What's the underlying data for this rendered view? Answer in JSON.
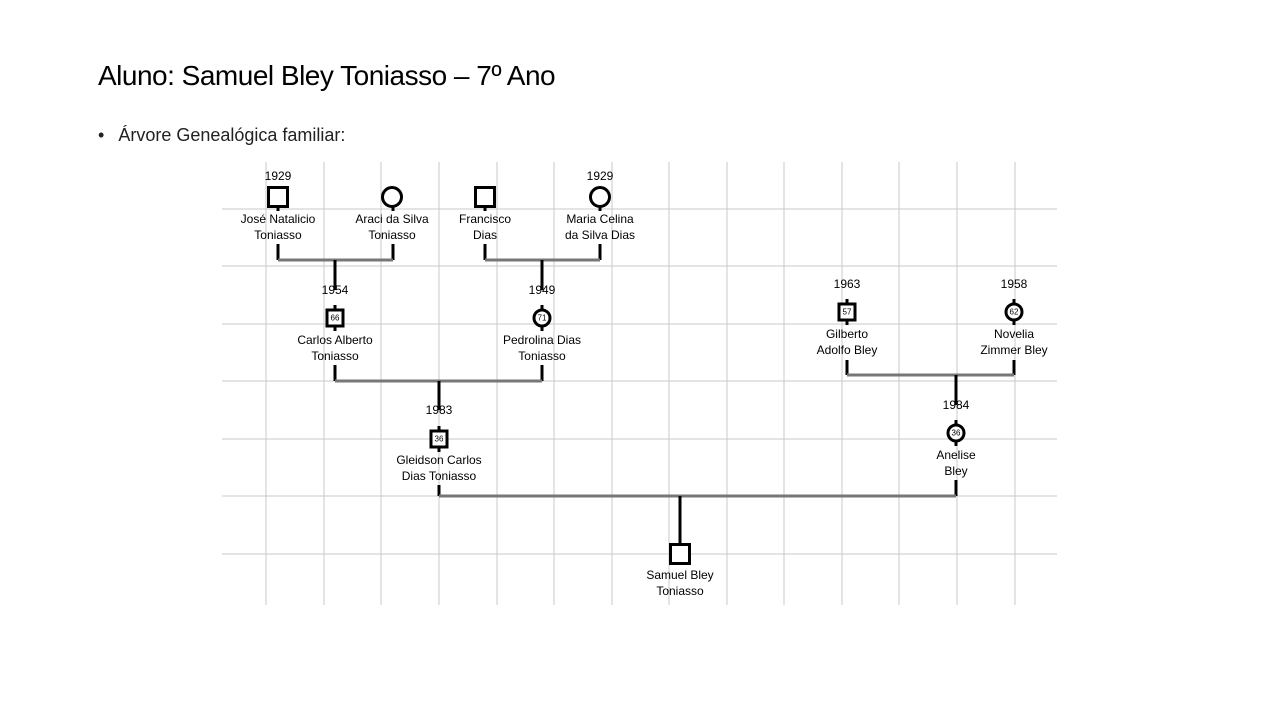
{
  "title": "Aluno: Samuel Bley Toniasso – 7º Ano",
  "bullet": "Árvore Genealógica familiar:",
  "people": [
    {
      "id": "jose",
      "sex": "male",
      "year": "1929",
      "name": [
        "José Natalicio",
        "Toniasso"
      ]
    },
    {
      "id": "araci",
      "sex": "female",
      "name": [
        "Araci da Silva",
        "Toniasso"
      ]
    },
    {
      "id": "francisco",
      "sex": "male",
      "name": [
        "Francisco",
        "Dias"
      ]
    },
    {
      "id": "maria",
      "sex": "female",
      "year": "1929",
      "name": [
        "Maria Celina",
        "da Silva Dias"
      ]
    },
    {
      "id": "carlos",
      "sex": "male",
      "year": "1954",
      "age": "66",
      "name": [
        "Carlos Alberto",
        "Toniasso"
      ]
    },
    {
      "id": "pedrolina",
      "sex": "female",
      "year": "1949",
      "age": "71",
      "name": [
        "Pedrolina Dias",
        "Toniasso"
      ]
    },
    {
      "id": "gilberto",
      "sex": "male",
      "year": "1963",
      "age": "57",
      "name": [
        "Gilberto",
        "Adolfo Bley"
      ]
    },
    {
      "id": "novelia",
      "sex": "female",
      "year": "1958",
      "age": "62",
      "name": [
        "Novelia",
        "Zimmer Bley"
      ]
    },
    {
      "id": "gleidson",
      "sex": "male",
      "year": "1983",
      "age": "36",
      "name": [
        "Gleidson Carlos",
        "Dias Toniasso"
      ]
    },
    {
      "id": "anelise",
      "sex": "female",
      "year": "1984",
      "age": "36",
      "name": [
        "Anelise",
        "Bley"
      ]
    },
    {
      "id": "samuel",
      "sex": "male",
      "name": [
        "Samuel Bley",
        "Toniasso"
      ]
    }
  ]
}
